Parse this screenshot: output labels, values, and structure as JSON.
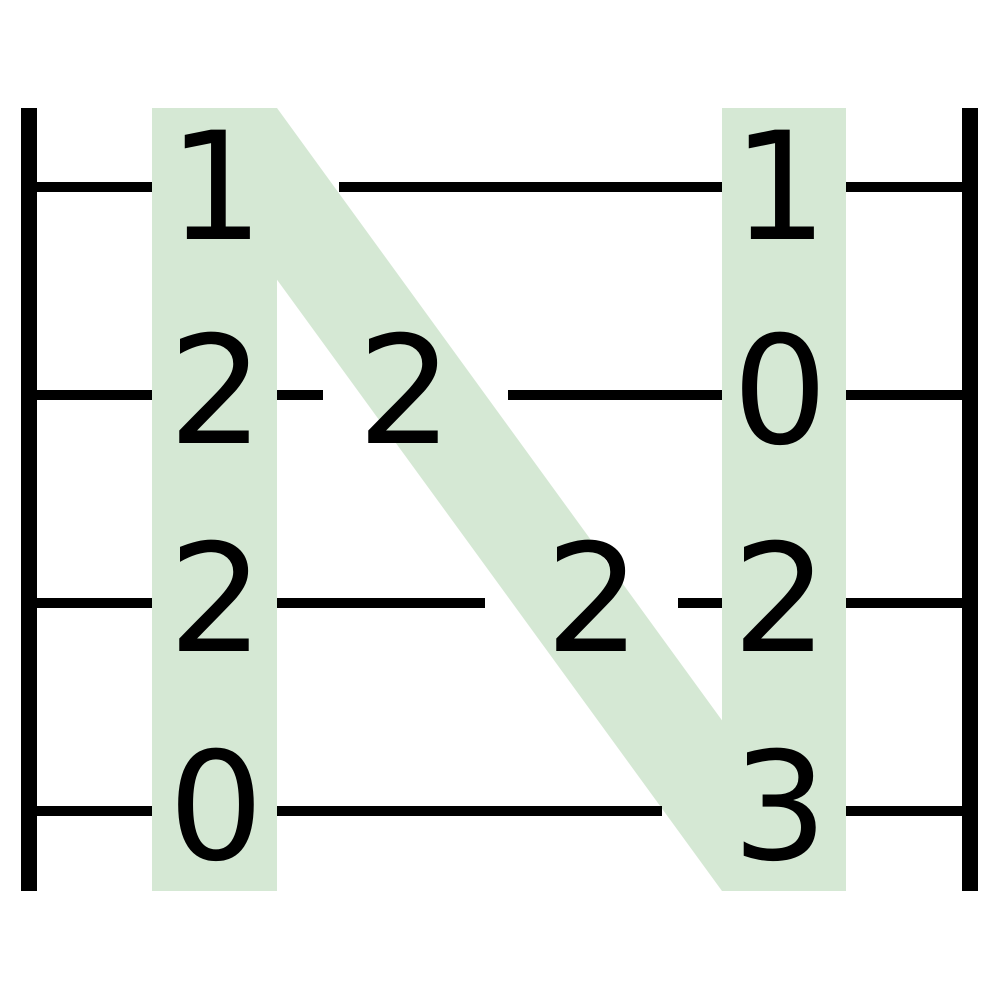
{
  "colors": {
    "line": "#000000",
    "highlight": "#d5e8d4",
    "text": "#000000",
    "background": "#ffffff"
  },
  "staff": {
    "string_count": 4,
    "string_label": "",
    "fret_columns": 5
  },
  "cells": {
    "r0c0": "1",
    "r0c4": "1",
    "r1c0": "2",
    "r1c1": "2",
    "r1c4": "0",
    "r2c0": "2",
    "r2c3": "2",
    "r2c4": "2",
    "r3c0": "0",
    "r3c4": "3"
  },
  "highlight_shape": "N"
}
